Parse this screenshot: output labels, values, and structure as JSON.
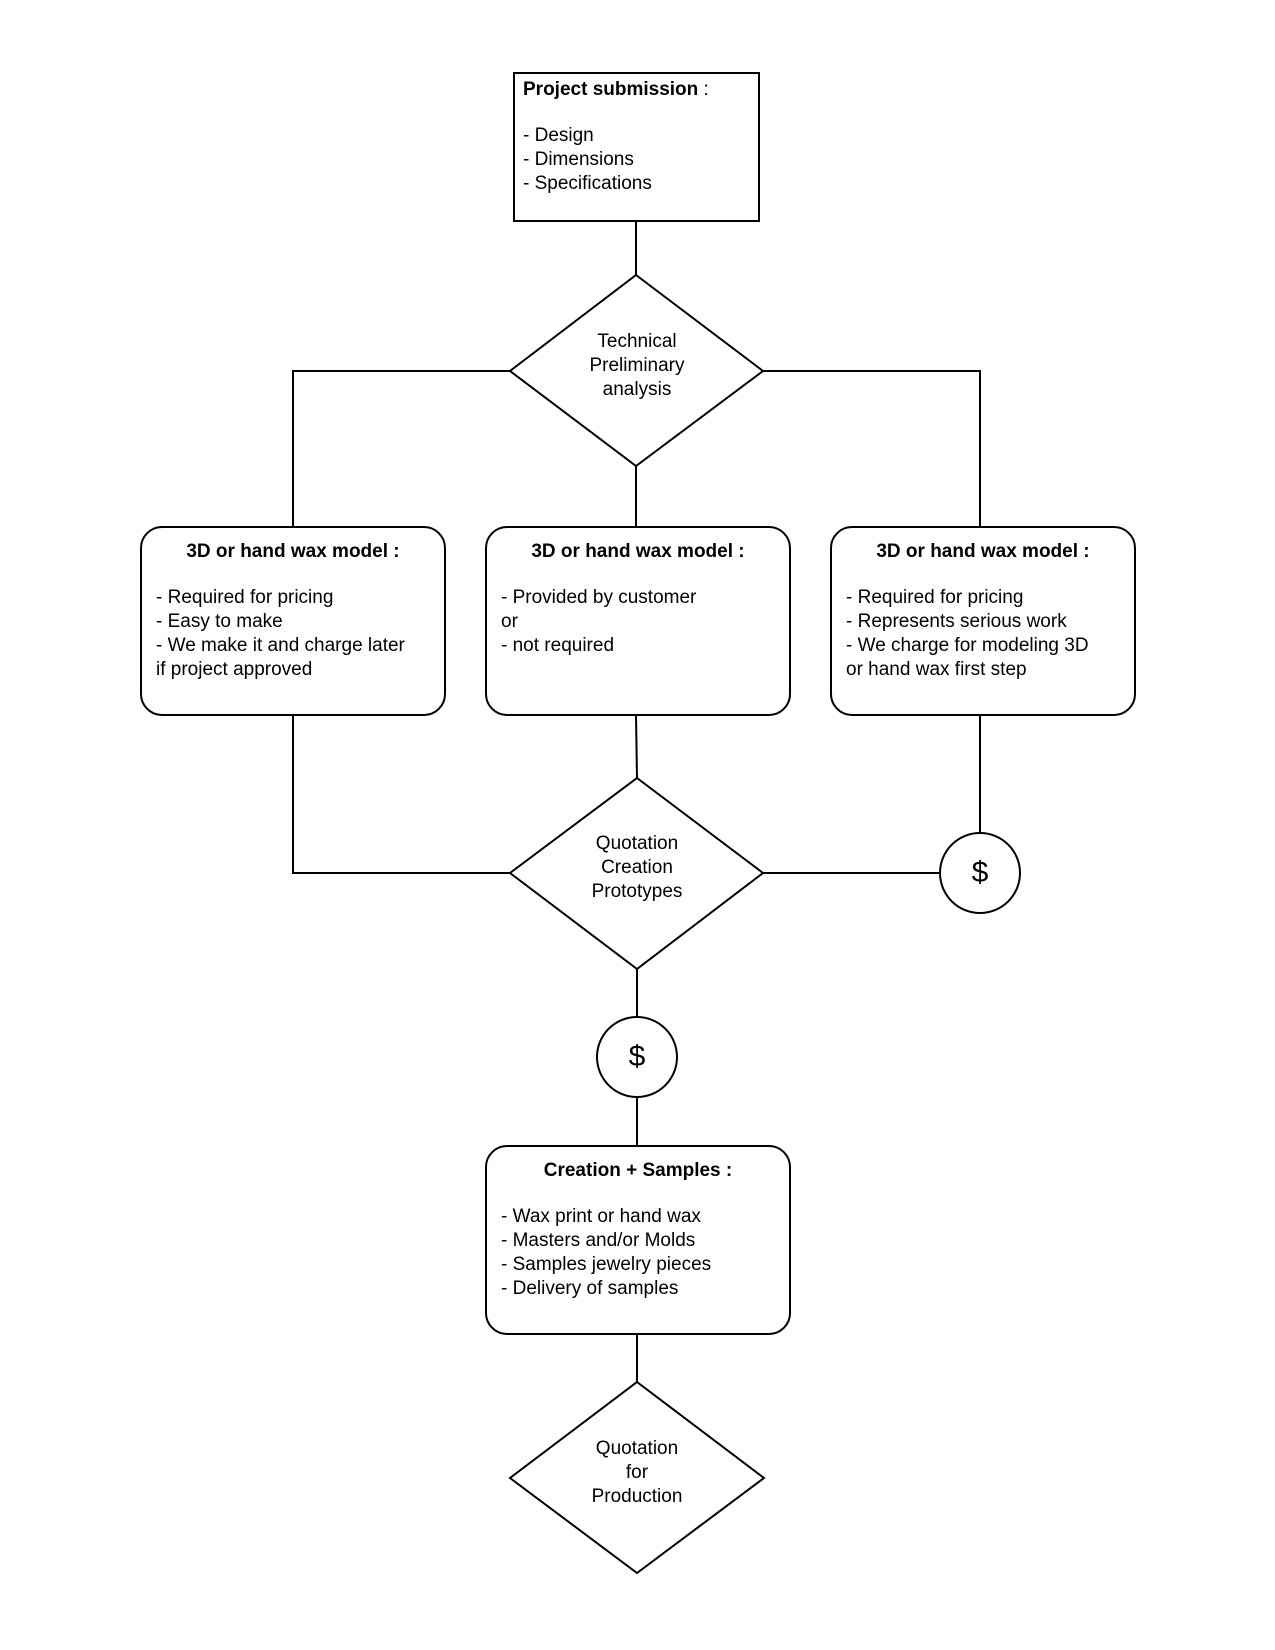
{
  "project_submission": {
    "title": "Project submission",
    "title_suffix": " :",
    "items": [
      "- Design",
      "- Dimensions",
      "- Specifications"
    ]
  },
  "technical_analysis": {
    "lines": [
      "Technical",
      "Preliminary",
      "analysis"
    ]
  },
  "model_left": {
    "title": "3D or  hand wax model :",
    "items": [
      "- Required for pricing",
      "- Easy to make",
      "- We make it and charge later",
      "if project approved"
    ]
  },
  "model_center": {
    "title": "3D or  hand wax model :",
    "items": [
      "- Provided by customer",
      "or",
      "- not required"
    ]
  },
  "model_right": {
    "title": "3D or  hand wax model :",
    "items": [
      "- Required for pricing",
      "- Represents serious work",
      "- We charge for modeling 3D",
      "or hand wax first step"
    ]
  },
  "quotation_prototypes": {
    "lines": [
      "Quotation",
      "Creation",
      "Prototypes"
    ]
  },
  "payment_right": {
    "symbol": "$"
  },
  "payment_center": {
    "symbol": "$"
  },
  "creation_samples": {
    "title": "Creation + Samples :",
    "items": [
      "- Wax print or hand wax",
      "- Masters and/or Molds",
      "- Samples jewelry pieces",
      "- Delivery of samples"
    ]
  },
  "quotation_production": {
    "lines": [
      "Quotation",
      "for",
      "Production"
    ]
  }
}
